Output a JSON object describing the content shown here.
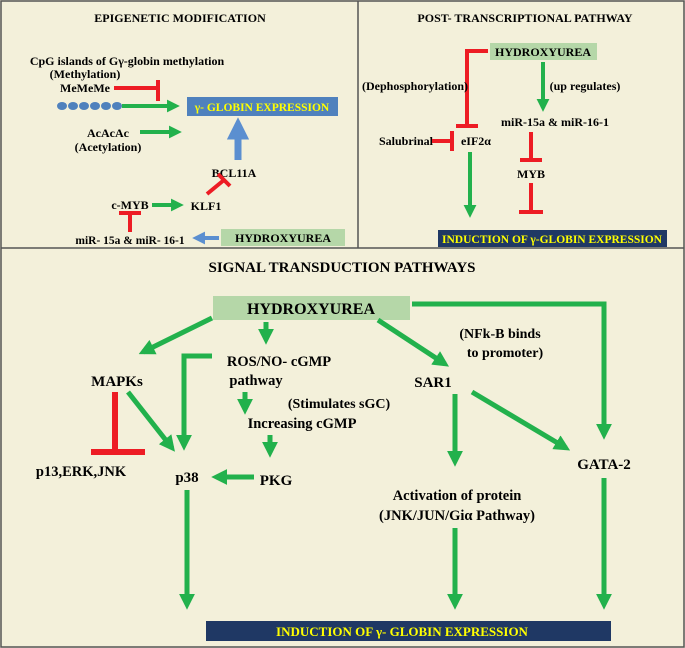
{
  "colors": {
    "background": "#f3f0da",
    "border": "#555555",
    "green_arrow": "#22b14c",
    "red_inhibit": "#ed1c24",
    "blue_arrow": "#5b8fd0",
    "green_box": "#b5d7a8",
    "blue_box": "#4f81bd",
    "navy_box": "#1f3864",
    "yellow_text": "#ffff00"
  },
  "epigenetic": {
    "title": "EPIGENETIC MODIFICATION",
    "cpg_label": "CpG islands of Gγ-globin methylation",
    "methylation_label": "(Methylation)",
    "meme_label": "MeMeMe",
    "gamma_box": "γ- GLOBIN EXPRESSION",
    "acetyl_label": "AcAcAc",
    "acetylation_label": "(Acetylation)",
    "bcl11a": "BCL11A",
    "cmyb": "c-MYB",
    "klf1": "KLF1",
    "mir_label": "miR- 15a & miR- 16-1",
    "hydroxyurea": "HYDROXYUREA"
  },
  "post_transcriptional": {
    "title": "POST- TRANSCRIPTIONAL PATHWAY",
    "hydroxyurea": "HYDROXYUREA",
    "dephos": "(Dephosphorylation)",
    "upreg": "(up regulates)",
    "mir": "miR-15a & miR-16-1",
    "salubrinal": "Salubrinal",
    "eif2a": "eIF2α",
    "myb": "MYB",
    "induction": "INDUCTION OF γ-GLOBIN EXPRESSION"
  },
  "signal": {
    "title": "SIGNAL TRANSDUCTION PATHWAYS",
    "hydroxyurea": "HYDROXYUREA",
    "nfkb_line1": "(NFk-B binds",
    "nfkb_line2": "to promoter)",
    "mapks": "MAPKs",
    "ros_line1": "ROS/NO-  cGMP",
    "ros_line2": "pathway",
    "sar1": "SAR1",
    "sgc": "(Stimulates sGC)",
    "increasing": "Increasing cGMP",
    "p13": "p13,ERK,JNK",
    "p38": "p38",
    "pkg": "PKG",
    "gata2": "GATA-2",
    "activation_line1": "Activation of protein",
    "activation_line2": "(JNK/JUN/Giα Pathway)",
    "induction": "INDUCTION OF γ- GLOBIN EXPRESSION"
  }
}
